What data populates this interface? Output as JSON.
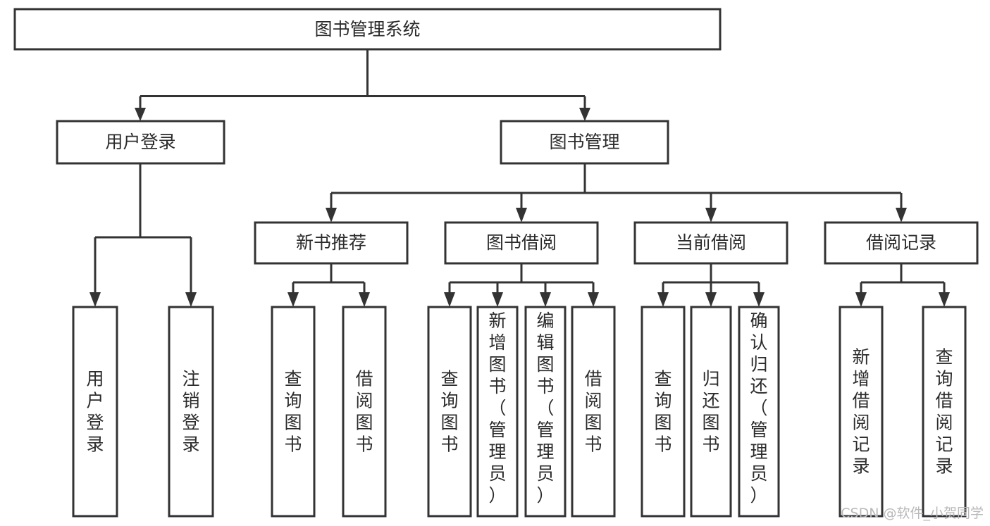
{
  "diagram": {
    "title": "图书管理系统",
    "type": "hierarchy-tree",
    "root": {
      "label": "图书管理系统",
      "orientation": "horizontal"
    },
    "level2": [
      {
        "label": "用户登录",
        "orientation": "horizontal"
      },
      {
        "label": "图书管理",
        "orientation": "horizontal"
      }
    ],
    "level3": [
      {
        "label": "新书推荐",
        "orientation": "horizontal",
        "parent": "图书管理"
      },
      {
        "label": "图书借阅",
        "orientation": "horizontal",
        "parent": "图书管理"
      },
      {
        "label": "当前借阅",
        "orientation": "horizontal",
        "parent": "图书管理"
      },
      {
        "label": "借阅记录",
        "orientation": "horizontal",
        "parent": "图书管理"
      }
    ],
    "leaves": {
      "user_login": [
        {
          "label": "用户登录",
          "orientation": "vertical",
          "align": "middle"
        },
        {
          "label": "注销登录",
          "orientation": "vertical",
          "align": "middle"
        }
      ],
      "new_book_recommend": [
        {
          "label": "查询图书",
          "orientation": "vertical",
          "align": "middle"
        },
        {
          "label": "借阅图书",
          "orientation": "vertical",
          "align": "middle"
        }
      ],
      "book_borrow": [
        {
          "label": "查询图书",
          "orientation": "vertical",
          "align": "middle"
        },
        {
          "label": "新增图书（管理员）",
          "orientation": "vertical",
          "align": "top"
        },
        {
          "label": "编辑图书（管理员）",
          "orientation": "vertical",
          "align": "top"
        },
        {
          "label": "借阅图书",
          "orientation": "vertical",
          "align": "middle"
        }
      ],
      "current_borrow": [
        {
          "label": "查询图书",
          "orientation": "vertical",
          "align": "middle"
        },
        {
          "label": "归还图书",
          "orientation": "vertical",
          "align": "middle"
        },
        {
          "label": "确认归还（管理员）",
          "orientation": "vertical",
          "align": "top"
        }
      ],
      "borrow_record": [
        {
          "label": "新增借阅记录",
          "orientation": "vertical",
          "align": "middle"
        },
        {
          "label": "查询借阅记录",
          "orientation": "vertical",
          "align": "middle"
        }
      ]
    }
  },
  "watermark": {
    "text": "CSDN @软件_小贺同学"
  },
  "colors": {
    "stroke": "#333333",
    "fill": "#ffffff",
    "text": "#2b2b2b",
    "watermark": "#b9b9b9",
    "background": "#ffffff"
  }
}
